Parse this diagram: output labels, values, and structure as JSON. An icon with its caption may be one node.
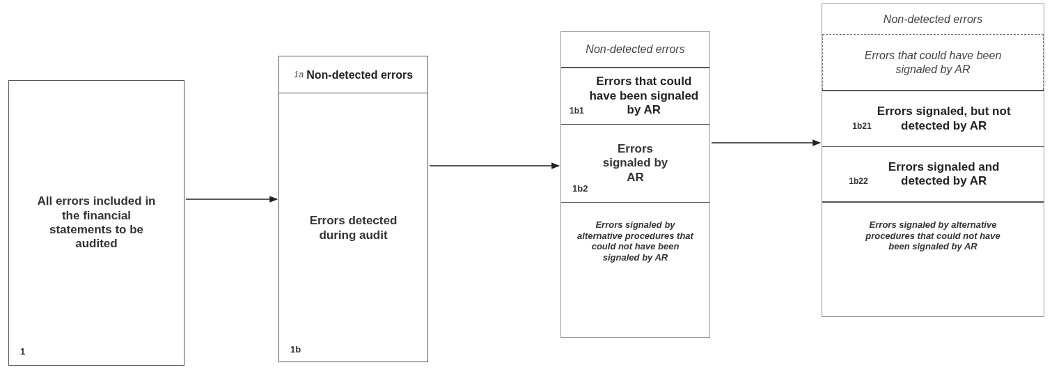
{
  "diagram": {
    "nodes": [
      {
        "text": [
          "All errors included in the financial statements to be audited",
          "1"
        ]
      },
      {
        "text": [],
        "shape": "box"
      },
      {
        "text": [
          "1a",
          "Non-detected errors"
        ],
        "in": 1
      },
      {
        "text": [
          "Errors detected during audit",
          "1b"
        ],
        "in": 1
      },
      {
        "text": [],
        "shape": "box"
      },
      {
        "text": [
          "Non-detected errors"
        ],
        "in": 4
      },
      {
        "text": [
          "1b1",
          "Errors that could have been signaled by AR"
        ],
        "in": 4
      },
      {
        "text": [
          "Errors signaled by AR",
          "1b2"
        ],
        "in": 4
      },
      {
        "text": [
          "Errors signaled by alternative procedures that could not have been signaled by AR"
        ],
        "in": 4
      },
      {
        "text": [],
        "shape": "box"
      },
      {
        "text": [
          "Non-detected errors"
        ],
        "in": 9
      },
      {
        "text": [
          "Errors that could have been signaled by AR"
        ],
        "in": 9
      },
      {
        "text": [
          "1b21",
          "Errors signaled, but not detected by AR"
        ],
        "in": 9
      },
      {
        "text": [
          "1b22",
          "Errors signaled and detected by AR"
        ],
        "in": 9
      },
      {
        "text": [
          "Errors signaled by alternative procedures that could not have been signaled by AR"
        ],
        "in": 9
      }
    ],
    "edges": [
      {
        "from": 0,
        "to": 1,
        "arrow": "to"
      },
      {
        "from": 1,
        "to": 4,
        "arrow": "to"
      },
      {
        "from": 4,
        "to": 9,
        "arrow": "to"
      }
    ]
  }
}
